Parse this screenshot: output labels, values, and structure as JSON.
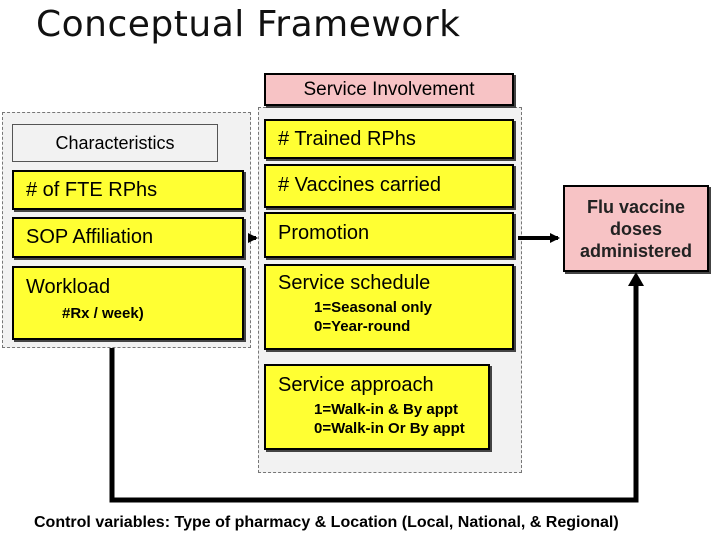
{
  "title": "Conceptual Framework",
  "characteristics": {
    "header": "Characteristics",
    "items": [
      "# of FTE RPhs",
      "SOP Affiliation",
      "Workload"
    ],
    "workload_note": "#Rx / week)"
  },
  "service": {
    "header": "Service Involvement",
    "items": [
      "# Trained RPhs",
      "# Vaccines carried",
      "Promotion",
      "Service schedule"
    ],
    "schedule_notes": [
      "1=Seasonal only",
      "0=Year-round"
    ],
    "approach_label": "Service approach",
    "approach_notes": [
      "1=Walk-in & By appt",
      "0=Walk-in Or By appt"
    ]
  },
  "outcome": {
    "lines": [
      "Flu vaccine",
      "doses",
      "administered"
    ]
  },
  "control_text": "Control variables: Type of pharmacy & Location (Local, National, & Regional)",
  "colors": {
    "yellow": "#ffff33",
    "pink": "#f7c3c5",
    "group_bg": "#f2f2f2",
    "line": "#000000"
  }
}
